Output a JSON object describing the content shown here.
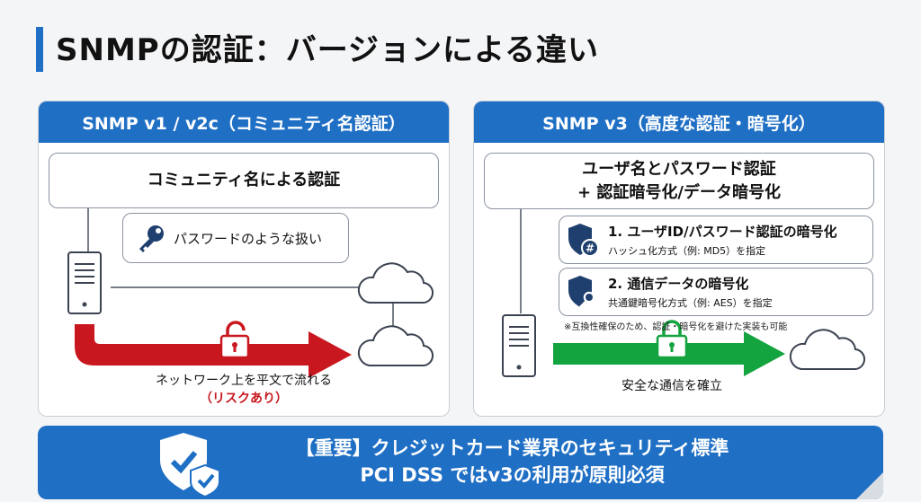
{
  "title": "SNMPの認証：バージョンによる違い",
  "left_panel": {
    "header": "SNMP v1 / v2c（コミュニティ名認証）",
    "main_box": "コミュニティ名による認証",
    "password_note": "パスワードのような扱い",
    "caption": "ネットワーク上を平文で流れる",
    "risk": "（リスクあり）",
    "arrow_color": "#c8171e"
  },
  "right_panel": {
    "header": "SNMP v3（高度な認証・暗号化）",
    "main_box_line1": "ユーザ名とパスワード認証",
    "main_box_line2": "+ 認証暗号化/データ暗号化",
    "feature1": {
      "title": "1. ユーザID/パスワード認証の暗号化",
      "sub": "ハッシュ化方式（例: MD5）を指定"
    },
    "feature2": {
      "title": "2. 通信データの暗号化",
      "sub": "共通鍵暗号化方式（例: AES）を指定"
    },
    "note": "※互換性確保のため、認証・暗号化を避けた実装も可能",
    "caption": "安全な通信を確立",
    "arrow_color": "#13a33f"
  },
  "banner": {
    "line1": "【重要】クレジットカード業界のセキュリティ標準",
    "line2": "PCI DSS ではv3の利用が原則必須"
  },
  "colors": {
    "accent": "#1f6fc5",
    "danger": "#c8171e",
    "safe": "#13a33f",
    "icon_navy": "#1f3f6e"
  },
  "icons": [
    "key-icon",
    "server-icon",
    "cloud-icon",
    "lock-icon",
    "shield-hash-icon",
    "shield-key-icon",
    "shield-check-icon"
  ]
}
